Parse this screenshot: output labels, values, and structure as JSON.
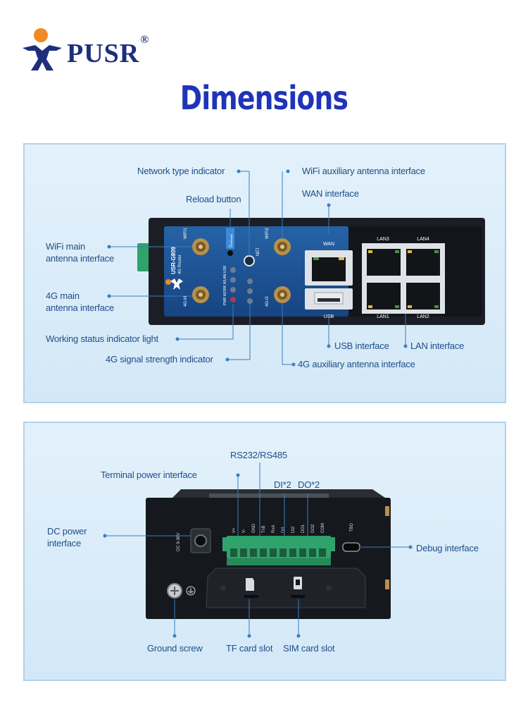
{
  "brand": {
    "name": "PUSR",
    "registered": "®"
  },
  "page_title": "Dimensions",
  "colors": {
    "title": "#1f34b8",
    "brand_navy": "#1d2f7c",
    "logo_orange": "#f08a24",
    "label": "#1e4f88",
    "leader": "#3a7ec0",
    "panel_bg": "#dcedf9",
    "device_blue": "#1d4f8f",
    "terminal_green": "#2fa36b"
  },
  "top_panel": {
    "labels": {
      "network_type": "Network type indicator",
      "wifi_aux": "WiFi auxiliary antenna interface",
      "reload": "Reload button",
      "wan": "WAN interface",
      "wifi_main_1": "WiFi main",
      "wifi_main_2": "antenna interface",
      "g4_main_1": "4G main",
      "g4_main_2": "antenna interface",
      "working_status": "Working status indicator light",
      "signal_strength": "4G signal strength indicator",
      "usb": "USB interface",
      "lan": "LAN interface",
      "g4_aux": "4G auxiliary antenna interface"
    },
    "device_text": {
      "wifi1": "WIFI1",
      "wifi2": "WIFI2",
      "reload": "Reload",
      "net": "NET",
      "model": "USR-G809",
      "subtitle": "4G Router",
      "m4g": "4G-M",
      "a4g": "4G-O",
      "status_row": "PWR WORK WLAN USR",
      "wan": "WAN",
      "usb": "USB",
      "lan1": "LAN1",
      "lan2": "LAN2",
      "lan3": "LAN3",
      "lan4": "LAN4"
    }
  },
  "bottom_panel": {
    "labels": {
      "rs": "RS232/RS485",
      "terminal_power": "Terminal power interface",
      "di": "DI*2",
      "do": "DO*2",
      "dc_1": "DC power",
      "dc_2": "interface",
      "debug": "Debug interface",
      "ground": "Ground screw",
      "tf": "TF card slot",
      "sim": "SIM card slot"
    },
    "device_text": {
      "pins": [
        "V+",
        "V-",
        "GND",
        "TxB",
        "RxA",
        "DI1",
        "DI2",
        "DO1",
        "DO2",
        "COM"
      ],
      "dc": "DC 9-36V",
      "tbd": "TBD"
    }
  }
}
